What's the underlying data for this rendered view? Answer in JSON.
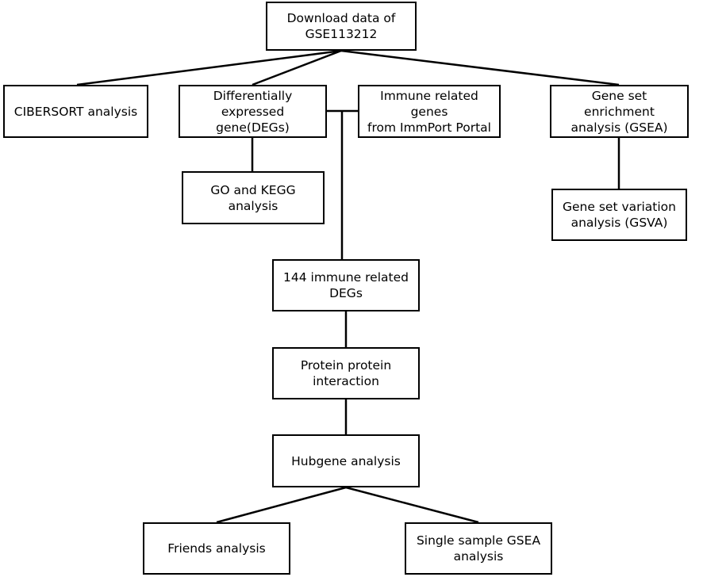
{
  "nodes": {
    "download": "Download data of\nGSE113212",
    "cibersort": "CIBERSORT analysis",
    "degs": "Differentially\nexpressed gene(DEGs)",
    "immport": "Immune related genes\nfrom ImmPort Portal",
    "gsea": "Gene set enrichment\nanalysis (GSEA)",
    "go_kegg": "GO and KEGG\nanalysis",
    "gsva": "Gene set variation\nanalysis (GSVA)",
    "immune_degs": "144 immune related\nDEGs",
    "ppi": "Protein protein\ninteraction",
    "hubgene": "Hubgene analysis",
    "friends": "Friends analysis",
    "ssgsea": "Single sample GSEA\nanalysis"
  }
}
